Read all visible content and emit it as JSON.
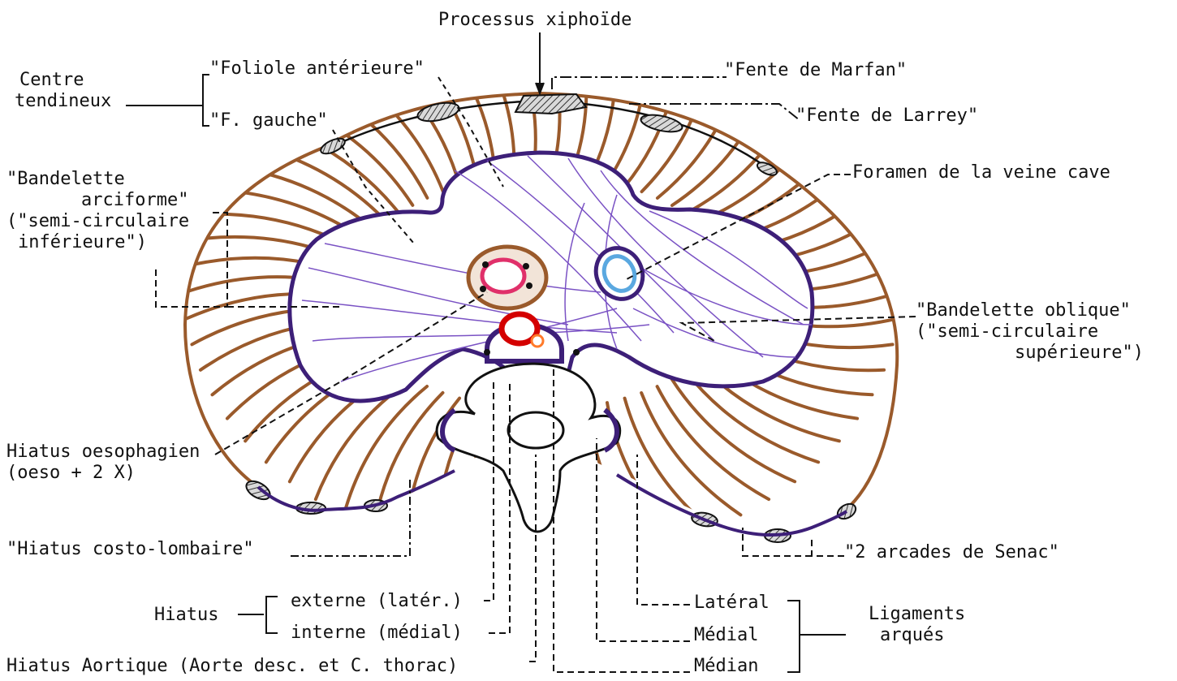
{
  "colors": {
    "ink": "#111111",
    "muscle": "#9a5a2b",
    "tendon_stroke": "#3d1f78",
    "tendon_fiber": "#7a52c4",
    "tendon_fill": "#ffffff",
    "aorta": "#d40000",
    "vena_cava": "#5aa8e0",
    "esophagus": "#e0306a"
  },
  "labels": {
    "processus_xiphoide": "Processus xiphoïde",
    "centre_tendineux": [
      "Centre",
      "tendineux"
    ],
    "foliole_anterieure": "\"Foliole antérieure\"",
    "f_gauche": "\"F. gauche\"",
    "fente_marfan": "\"Fente de Marfan\"",
    "fente_larrey": "\"Fente de Larrey\"",
    "bandelette_arciforme": [
      "\"Bandelette",
      "arciforme\"",
      "(\"semi-circulaire",
      "inférieure\")"
    ],
    "foramen_veine_cave": "Foramen de la veine cave",
    "bandelette_oblique": [
      "\"Bandelette oblique\"",
      "(\"semi-circulaire",
      "supérieure\")"
    ],
    "hiatus_oesophagien": [
      "Hiatus oesophagien",
      "(oeso  + 2 X)"
    ],
    "hiatus_costo_lombaire": "\"Hiatus costo-lombaire\"",
    "arcades_senac": "\"2 arcades de Senac\"",
    "hiatus": "Hiatus",
    "hiatus_externe": "externe (latér.)",
    "hiatus_interne": "interne (médial)",
    "hiatus_aortique": "Hiatus Aortique  (Aorte desc. et C. thorac)",
    "ligament_lateral": "Latéral",
    "ligament_medial": "Médial",
    "ligament_median": "Médian",
    "ligaments_arques": [
      "Ligaments",
      "arqués"
    ]
  }
}
